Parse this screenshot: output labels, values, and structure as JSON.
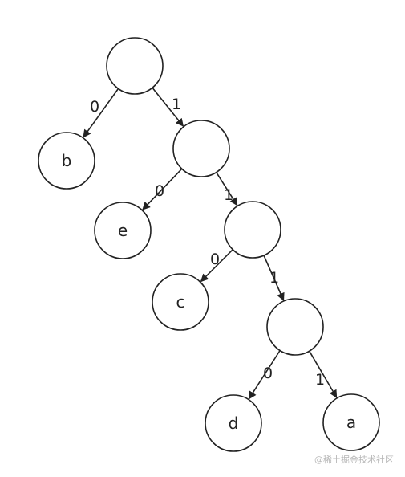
{
  "tree": {
    "nodes": [
      {
        "id": "n0",
        "label": ""
      },
      {
        "id": "n1",
        "label": "b"
      },
      {
        "id": "n2",
        "label": ""
      },
      {
        "id": "n3",
        "label": "e"
      },
      {
        "id": "n4",
        "label": ""
      },
      {
        "id": "n5",
        "label": "c"
      },
      {
        "id": "n6",
        "label": ""
      },
      {
        "id": "n7",
        "label": "d"
      },
      {
        "id": "n8",
        "label": "a"
      }
    ],
    "edges": [
      {
        "from": "n0",
        "to": "n1",
        "label": "0"
      },
      {
        "from": "n0",
        "to": "n2",
        "label": "1"
      },
      {
        "from": "n2",
        "to": "n3",
        "label": "0"
      },
      {
        "from": "n2",
        "to": "n4",
        "label": "1"
      },
      {
        "from": "n4",
        "to": "n5",
        "label": "0"
      },
      {
        "from": "n4",
        "to": "n6",
        "label": "1"
      },
      {
        "from": "n6",
        "to": "n7",
        "label": "0"
      },
      {
        "from": "n6",
        "to": "n8",
        "label": "1"
      }
    ]
  },
  "watermark": "@稀土掘金技术社区"
}
